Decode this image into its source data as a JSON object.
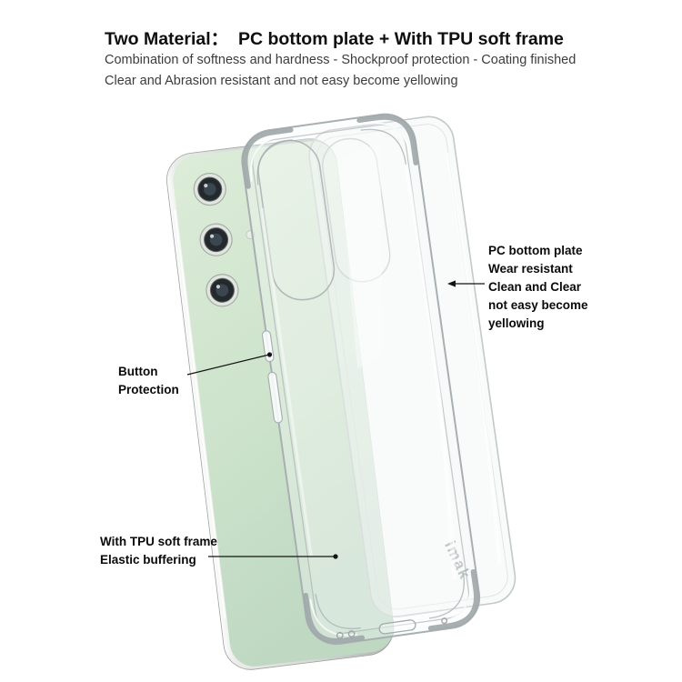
{
  "header": {
    "title": "Two Material：  PC bottom plate + With TPU soft frame",
    "subtitle_line1": "Combination of softness and hardness - Shockproof protection - Coating finished",
    "subtitle_line2": "Clear and Abrasion resistant and not easy become yellowing"
  },
  "annotations": {
    "pc_plate": {
      "lines": [
        "PC bottom plate",
        "Wear resistant",
        "Clean and Clear",
        "not easy become",
        "yellowing"
      ]
    },
    "button_protection": {
      "lines": [
        "Button",
        "Protection"
      ]
    },
    "tpu_frame": {
      "lines": [
        "With TPU soft frame",
        "Elastic buffering"
      ]
    }
  },
  "product": {
    "brand": "imak"
  },
  "colors": {
    "background": "#ffffff",
    "text_primary": "#0e0e0e",
    "text_secondary": "#3c3c3c",
    "phone_green_light": "#dcecd8",
    "phone_green_mid": "#cde3cb",
    "phone_green_dark": "#bed8c2",
    "frame_silver": "#d6d9d6",
    "case_outline": "#a8afb2",
    "brand_gray": "#9aa0a2",
    "leader_line": "#141414"
  }
}
